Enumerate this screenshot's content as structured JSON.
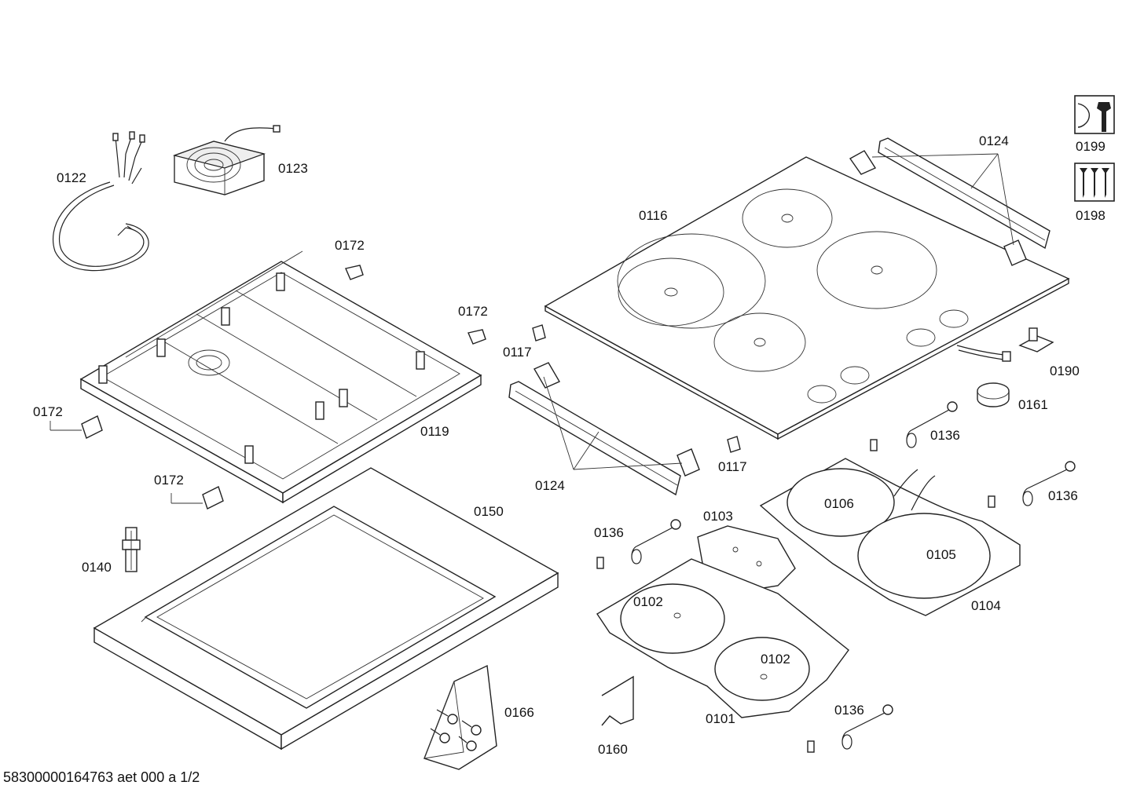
{
  "document_id": "58300000164763 aet 000 a 1/2",
  "icons": [
    {
      "name": "wrench-icon",
      "label": "0199"
    },
    {
      "name": "screws-icon",
      "label": "0198"
    }
  ],
  "labels": {
    "p0122": "0122",
    "p0123": "0123",
    "p0172_a": "0172",
    "p0172_b": "0172",
    "p0172_c": "0172",
    "p0172_d": "0172",
    "p0119": "0119",
    "p0140": "0140",
    "p0150": "0150",
    "p0166": "0166",
    "p0116": "0116",
    "p0124_a": "0124",
    "p0124_b": "0124",
    "p0117_a": "0117",
    "p0117_b": "0117",
    "p0190": "0190",
    "p0161": "0161",
    "p0136_a": "0136",
    "p0136_b": "0136",
    "p0136_c": "0136",
    "p0136_d": "0136",
    "p0106": "0106",
    "p0105": "0105",
    "p0104": "0104",
    "p0103": "0103",
    "p0102_a": "0102",
    "p0102_b": "0102",
    "p0101": "0101",
    "p0160": "0160"
  }
}
